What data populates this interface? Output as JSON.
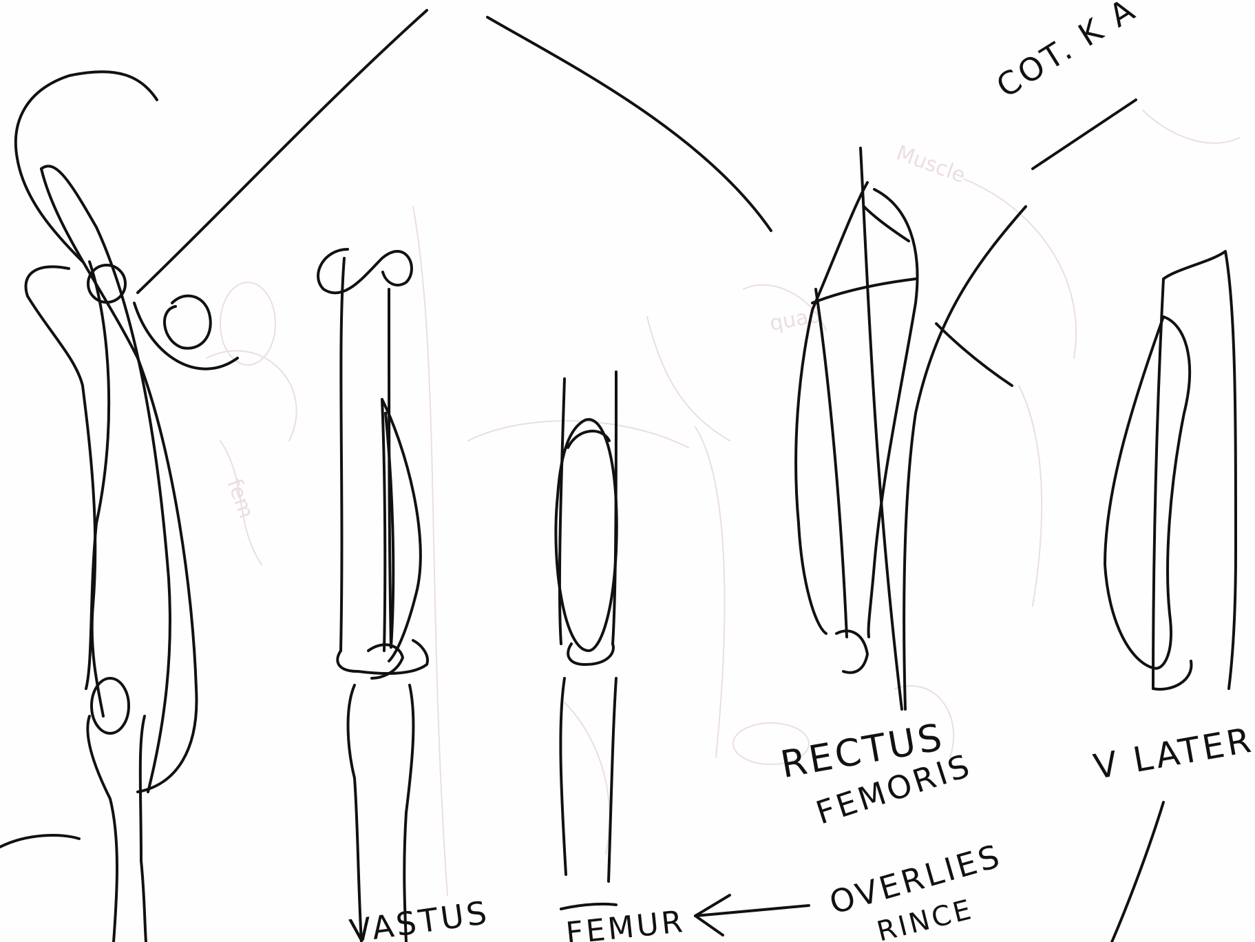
{
  "labels": {
    "top_right_note": "COT. K A",
    "rectus_line1": "RECTUS",
    "rectus_line2": "FEMORIS",
    "overlies_line1": "OVERLIES",
    "overlies_line2": "RINCE",
    "v_later": "V LATER",
    "bottom_left_fragment": "VASTUS",
    "bottom_mid_fragment": "FEMUR"
  },
  "colors": {
    "ink": "#111111",
    "ghost_bleed_through": "#ecdde2",
    "paper": "#fefefe"
  }
}
